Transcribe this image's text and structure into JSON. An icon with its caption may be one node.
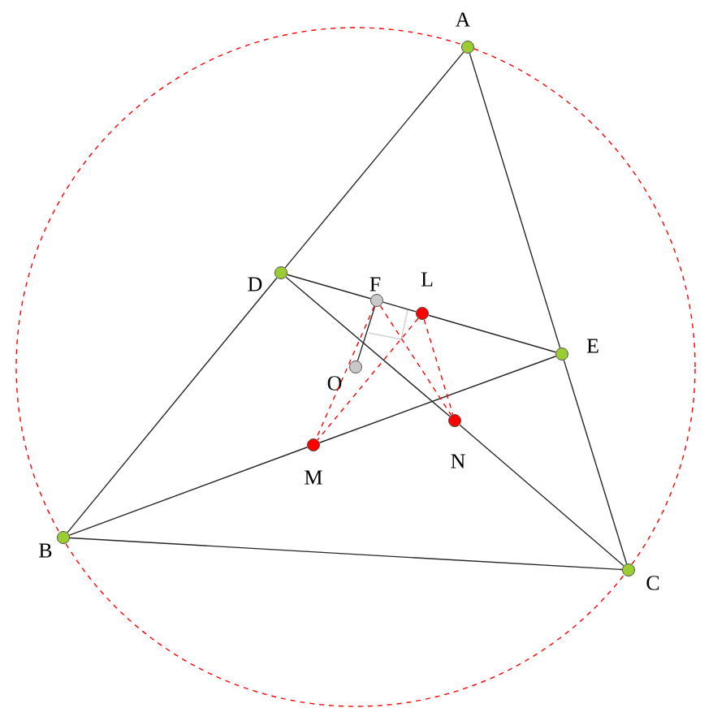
{
  "diagram": {
    "nodes": [
      {
        "text": [],
        "shape": "circle",
        "beside": [
          "A"
        ]
      },
      {
        "text": [],
        "shape": "circle",
        "beside": [
          "B"
        ]
      },
      {
        "text": [],
        "shape": "circle",
        "beside": [
          "C"
        ]
      },
      {
        "text": [],
        "shape": "circle",
        "beside": [
          "D"
        ]
      },
      {
        "text": [],
        "shape": "circle",
        "beside": [
          "E"
        ]
      },
      {
        "text": [],
        "shape": "circle",
        "beside": [
          "F"
        ]
      },
      {
        "text": [],
        "shape": "circle",
        "beside": [
          "L"
        ]
      },
      {
        "text": [],
        "shape": "circle",
        "beside": [
          "O"
        ]
      },
      {
        "text": [],
        "shape": "circle",
        "beside": [
          "M"
        ]
      },
      {
        "text": [],
        "shape": "circle",
        "beside": [
          "N"
        ]
      }
    ],
    "edges": [
      {
        "from": 0,
        "to": 3,
        "arrow": "none"
      },
      {
        "from": 3,
        "to": 1,
        "arrow": "none"
      },
      {
        "from": 0,
        "to": 4,
        "arrow": "none"
      },
      {
        "from": 4,
        "to": 2,
        "arrow": "none"
      },
      {
        "from": 1,
        "to": 2,
        "arrow": "none"
      },
      {
        "from": 3,
        "to": 5,
        "arrow": "none"
      },
      {
        "from": 5,
        "to": 6,
        "arrow": "none"
      },
      {
        "from": 6,
        "to": 4,
        "arrow": "none"
      },
      {
        "from": 1,
        "to": 8,
        "arrow": "none"
      },
      {
        "from": 8,
        "to": 4,
        "arrow": "none"
      },
      {
        "from": 3,
        "to": 9,
        "arrow": "none"
      },
      {
        "from": 9,
        "to": 2,
        "arrow": "none"
      },
      {
        "from": 5,
        "to": 7,
        "arrow": "none"
      },
      {
        "from": 5,
        "to": 8,
        "arrow": "none",
        "style": "dashed",
        "color": "#ff0000"
      },
      {
        "from": 5,
        "to": 9,
        "arrow": "none",
        "style": "dashed",
        "color": "#ff0000"
      },
      {
        "from": 6,
        "to": 8,
        "arrow": "none",
        "style": "dashed",
        "color": "#ff0000"
      },
      {
        "from": 6,
        "to": 9,
        "arrow": "none",
        "style": "dashed",
        "color": "#ff0000"
      }
    ]
  }
}
